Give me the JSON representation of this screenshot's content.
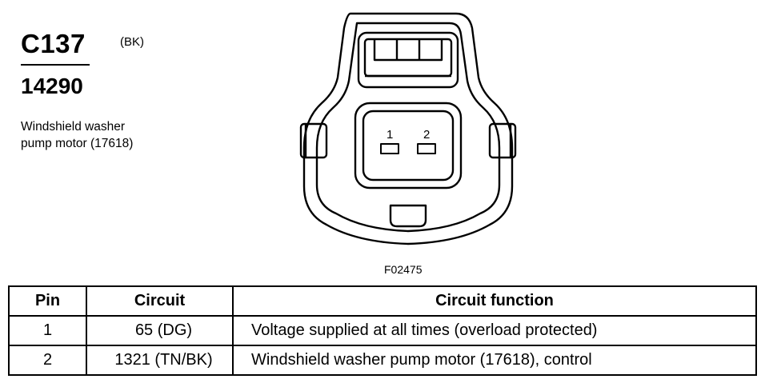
{
  "connector": {
    "id": "C137",
    "color": "(BK)",
    "part_number": "14290",
    "description": "Windshield washer\npump motor (17618)"
  },
  "drawing": {
    "pin_1_label": "1",
    "pin_2_label": "2",
    "figure_code": "F02475"
  },
  "table": {
    "headers": [
      "Pin",
      "Circuit",
      "Circuit function"
    ],
    "rows": [
      [
        "1",
        "65 (DG)",
        "Voltage supplied at all times (overload protected)"
      ],
      [
        "2",
        "1321 (TN/BK)",
        "Windshield washer pump motor (17618), control"
      ]
    ]
  }
}
